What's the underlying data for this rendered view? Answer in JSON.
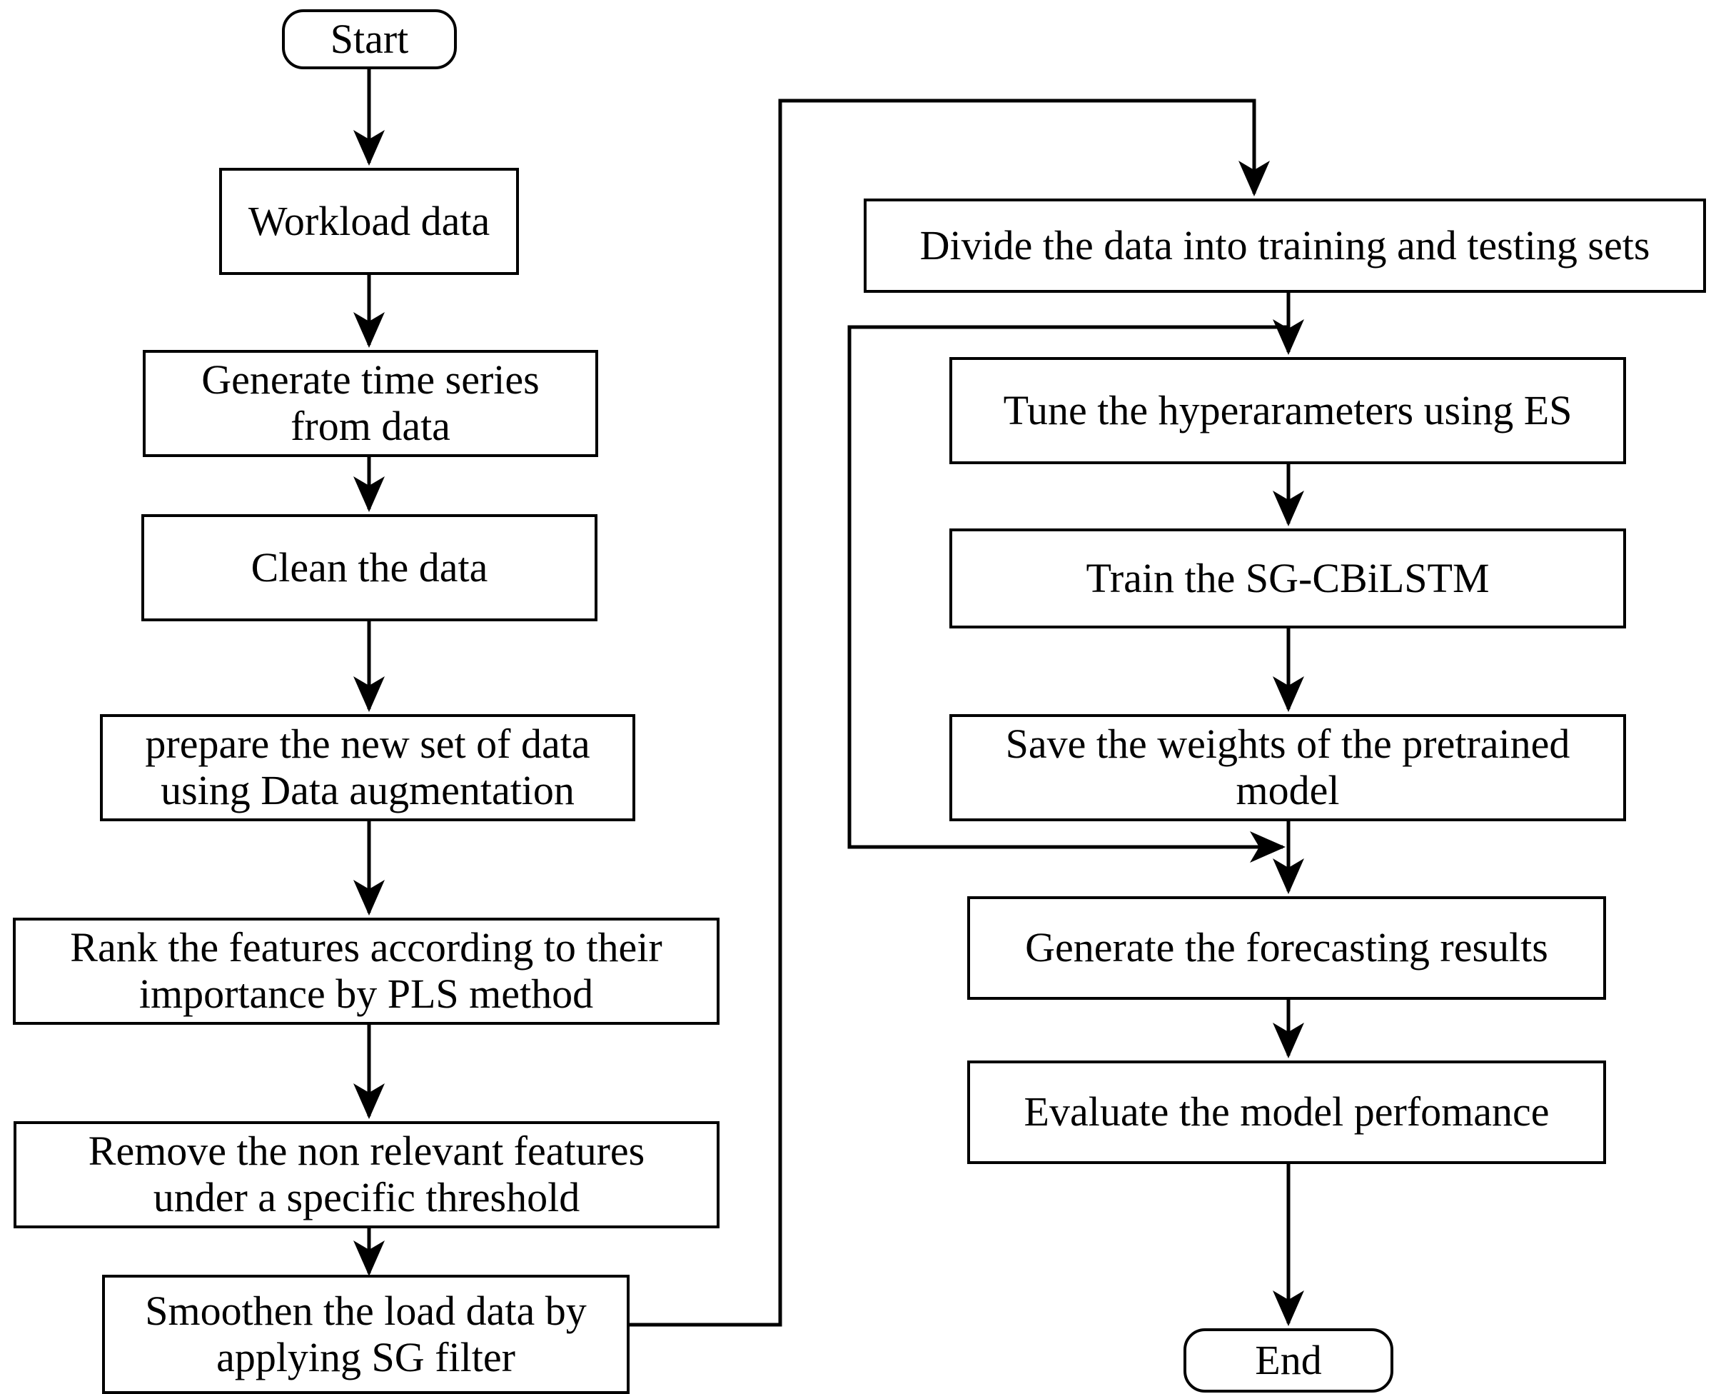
{
  "diagram": {
    "title_text": "",
    "stroke_color": "#000000",
    "fill_color": "#ffffff",
    "text_color": "#000000"
  },
  "nodes": {
    "start": {
      "label": "Start",
      "shape": "rounded-terminal",
      "font_size": "58px"
    },
    "workload_data": {
      "label": "Workload data",
      "shape": "rectangle",
      "font_size": "58px"
    },
    "generate_time_series": {
      "label": "Generate time series\nfrom data",
      "shape": "rectangle",
      "font_size": "58px"
    },
    "clean_the_data": {
      "label": "Clean the data",
      "shape": "rectangle",
      "font_size": "58px"
    },
    "prepare_new_set": {
      "label": "prepare the new set of data\nusing Data augmentation",
      "shape": "rectangle",
      "font_size": "58px"
    },
    "rank_features": {
      "label": "Rank the features according to their\nimportance by PLS method",
      "shape": "rectangle",
      "font_size": "58px"
    },
    "remove_features": {
      "label": "Remove the non relevant features\nunder a specific threshold",
      "shape": "rectangle",
      "font_size": "58px"
    },
    "smoothen_load_data": {
      "label": "Smoothen the load data by\napplying SG filter",
      "shape": "rectangle",
      "font_size": "58px"
    },
    "divide_data": {
      "label": "Divide the data into training and testing sets",
      "shape": "rectangle",
      "font_size": "58px"
    },
    "tune_hyperparameters": {
      "label": "Tune the hyperarameters using ES",
      "shape": "rectangle",
      "font_size": "58px"
    },
    "train_model": {
      "label": "Train the SG-CBiLSTM",
      "shape": "rectangle",
      "font_size": "58px"
    },
    "save_weights": {
      "label": "Save the weights of the pretrained\nmodel",
      "shape": "rectangle",
      "font_size": "58px"
    },
    "generate_forecasts": {
      "label": "Generate the forecasting results",
      "shape": "rectangle",
      "font_size": "58px"
    },
    "evaluate_model": {
      "label": "Evaluate the model perfomance",
      "shape": "rectangle",
      "font_size": "58px"
    },
    "end": {
      "label": "End",
      "shape": "rounded-terminal",
      "font_size": "58px"
    }
  },
  "edges": [
    {
      "name": "start-to-workload-data",
      "from": "start",
      "to": "workload_data",
      "kind": "straight-down-arrow"
    },
    {
      "name": "workload-data-to-generate-time-series",
      "from": "workload_data",
      "to": "generate_time_series",
      "kind": "straight-down-arrow"
    },
    {
      "name": "generate-time-series-to-clean-the-data",
      "from": "generate_time_series",
      "to": "clean_the_data",
      "kind": "straight-down-arrow"
    },
    {
      "name": "clean-the-data-to-prepare-new-set",
      "from": "clean_the_data",
      "to": "prepare_new_set",
      "kind": "straight-down-arrow"
    },
    {
      "name": "prepare-new-set-to-rank-features",
      "from": "prepare_new_set",
      "to": "rank_features",
      "kind": "straight-down-arrow"
    },
    {
      "name": "rank-features-to-remove-features",
      "from": "rank_features",
      "to": "remove_features",
      "kind": "straight-down-arrow"
    },
    {
      "name": "remove-features-to-smoothen-load-data",
      "from": "remove_features",
      "to": "smoothen_load_data",
      "kind": "straight-down-arrow"
    },
    {
      "name": "smoothen-load-data-to-divide-data",
      "from": "smoothen_load_data",
      "to": "divide_data",
      "kind": "orthogonal-right-up-right-down-arrow"
    },
    {
      "name": "divide-data-to-tune-hyperparameters",
      "from": "divide_data",
      "to": "tune_hyperparameters",
      "kind": "straight-down-arrow"
    },
    {
      "name": "tune-hyperparameters-to-train-model",
      "from": "tune_hyperparameters",
      "to": "train_model",
      "kind": "straight-down-arrow"
    },
    {
      "name": "train-model-to-save-weights",
      "from": "train_model",
      "to": "save_weights",
      "kind": "straight-down-arrow"
    },
    {
      "name": "save-weights-loopback-join",
      "from": "save_weights",
      "to": "generate_forecasts",
      "kind": "straight-down-arrow"
    },
    {
      "name": "training-loop-back",
      "from": "divide_data",
      "to": "save_weights_exit",
      "kind": "orthogonal-loop-left-down-right-arrow"
    },
    {
      "name": "generate-forecasts-to-evaluate-model",
      "from": "generate_forecasts",
      "to": "evaluate_model",
      "kind": "straight-down-arrow"
    },
    {
      "name": "evaluate-model-to-end",
      "from": "evaluate_model",
      "to": "end",
      "kind": "straight-down-arrow"
    }
  ]
}
